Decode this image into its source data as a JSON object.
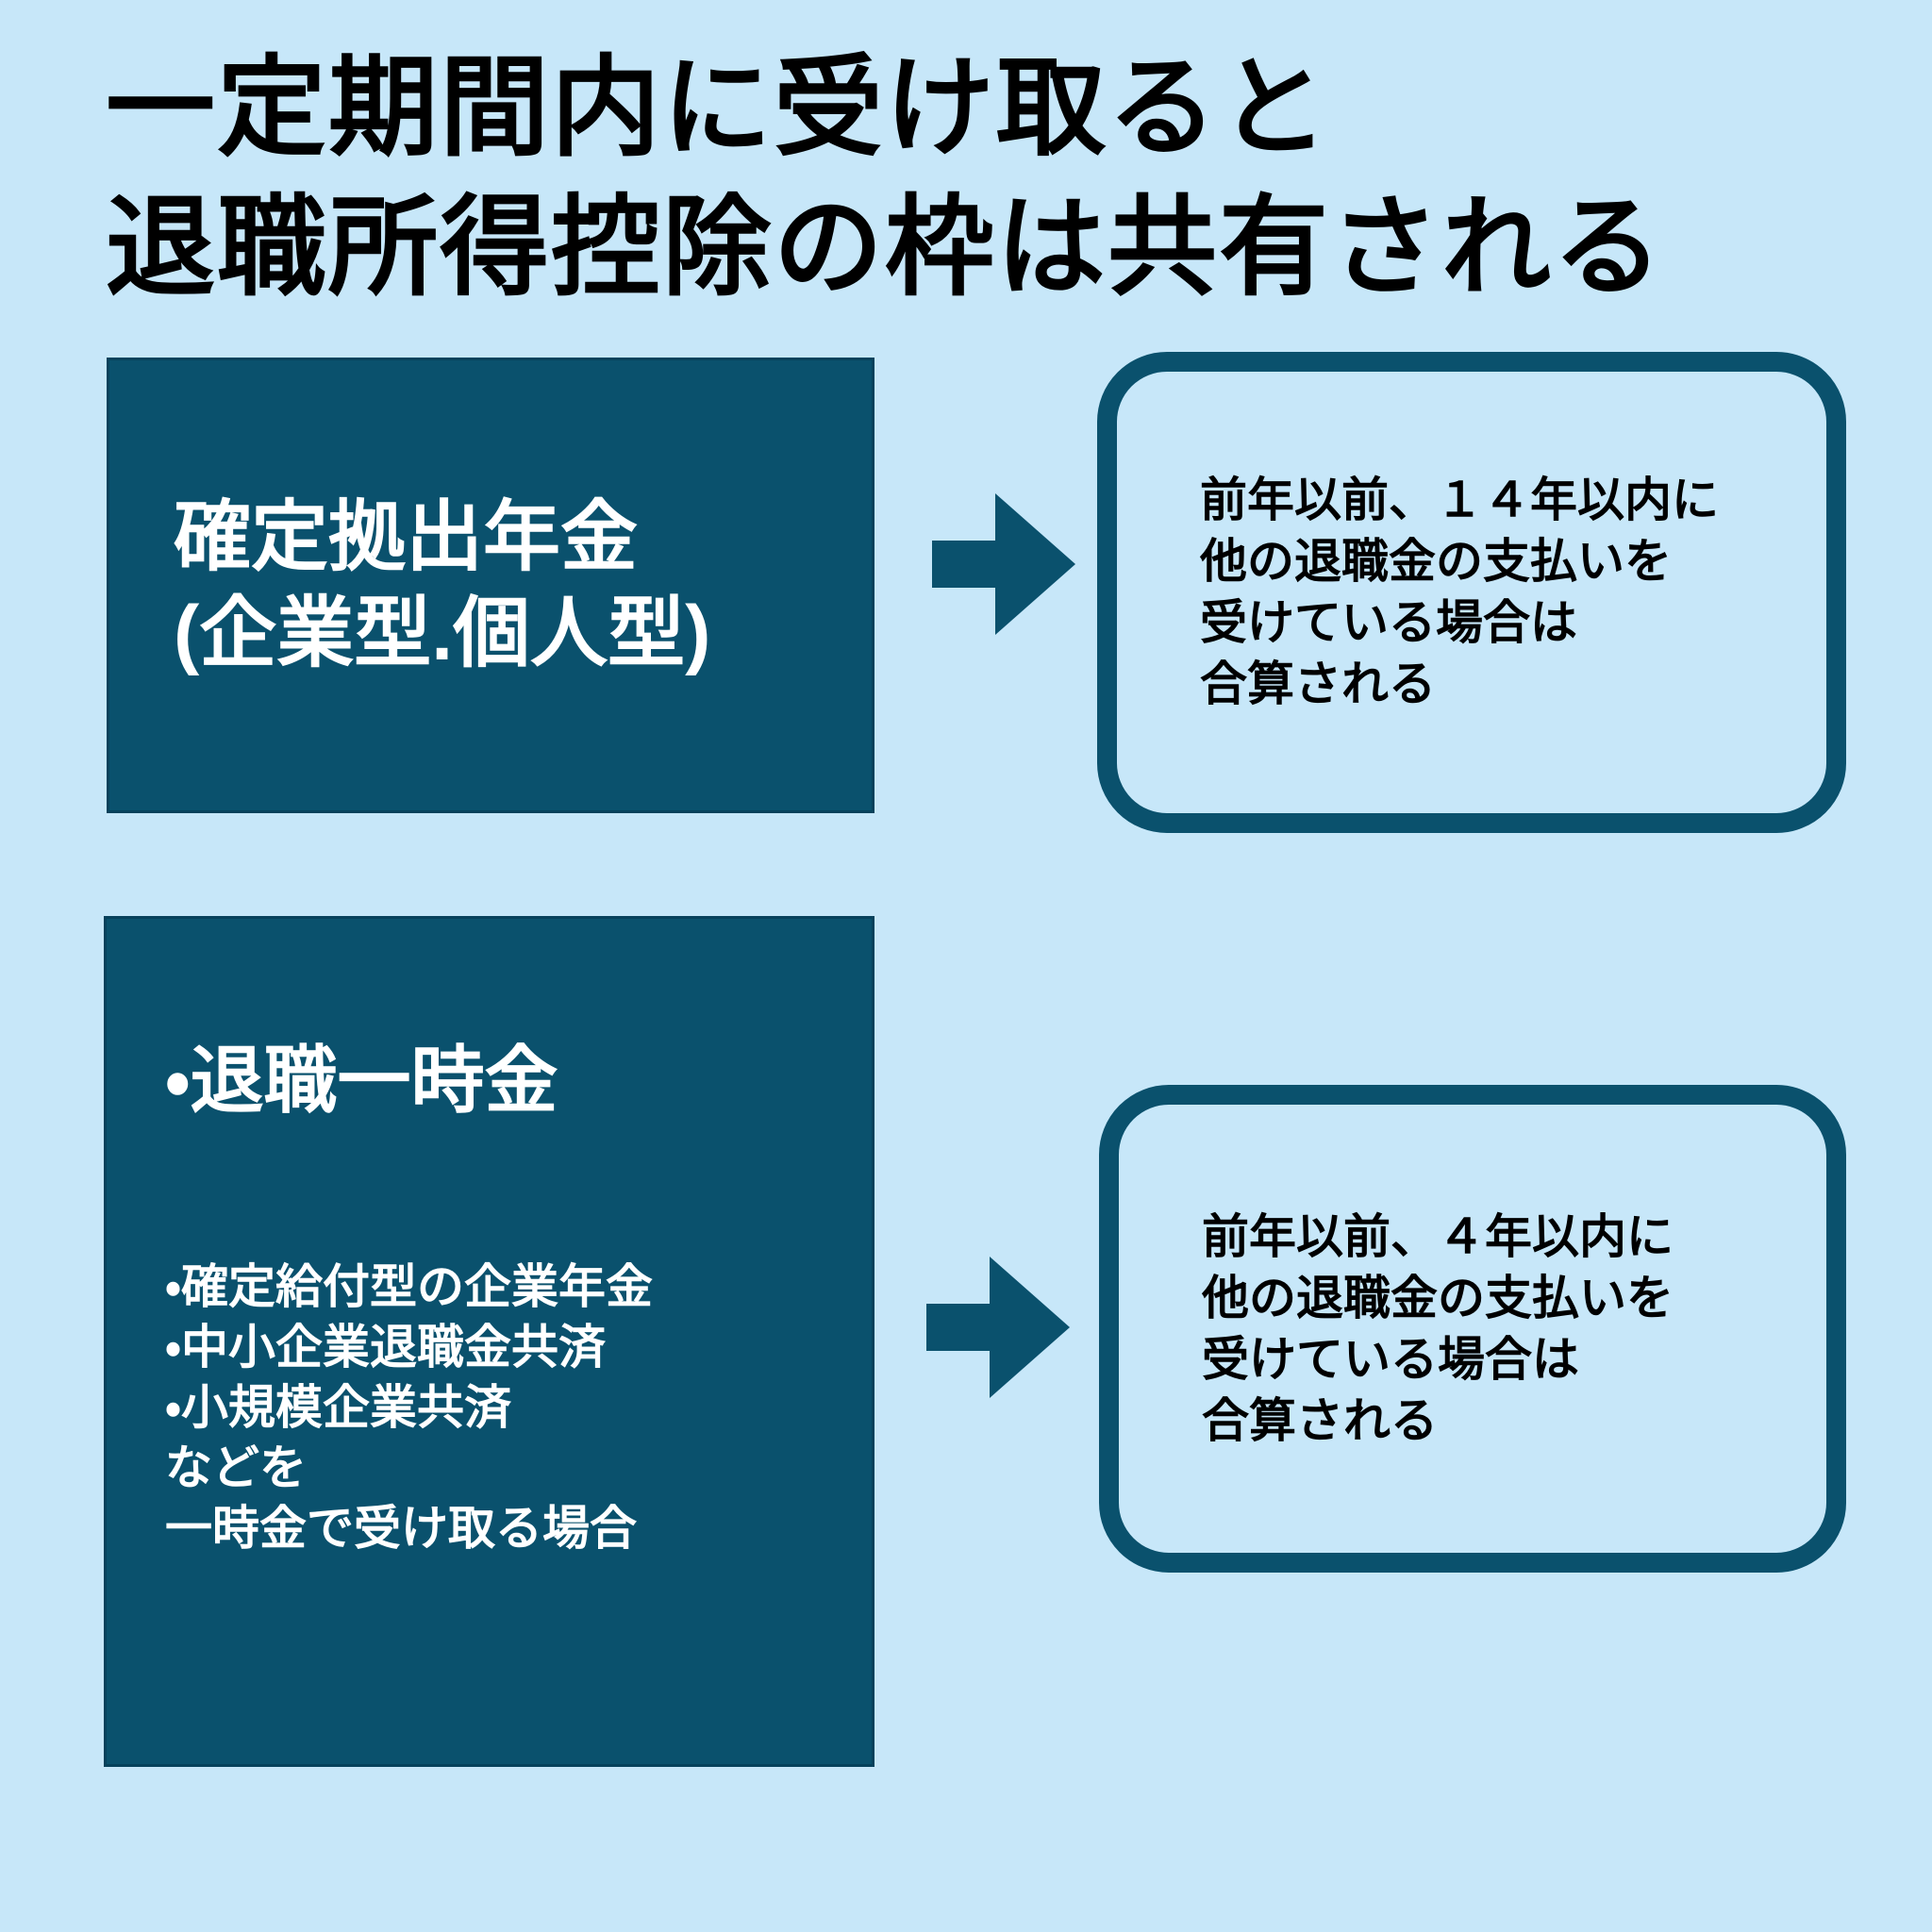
{
  "colors": {
    "background": "#c7e7f9",
    "panel": "#0a516d",
    "text_light": "#ffffff",
    "text_dark": "#000000"
  },
  "title": {
    "line1": "一定期間内に受け取ると",
    "line2": "退職所得控除の枠は共有される"
  },
  "flow1": {
    "source": {
      "line1": "確定拠出年金",
      "line2": "(企業型.個人型)"
    },
    "arrow_icon": "right-arrow",
    "result": {
      "lines": [
        "前年以前、１４年以内に",
        "他の退職金の支払いを",
        "受けている場合は",
        "合算される"
      ]
    }
  },
  "flow2": {
    "source": {
      "heading": "・退職一時金",
      "lines": [
        "・確定給付型の企業年金",
        "・中小企業退職金共済",
        "・小規模企業共済",
        "などを",
        "一時金で受け取る場合"
      ]
    },
    "arrow_icon": "right-arrow",
    "result": {
      "lines": [
        "前年以前、４年以内に",
        "他の退職金の支払いを",
        "受けている場合は",
        "合算される"
      ]
    }
  }
}
